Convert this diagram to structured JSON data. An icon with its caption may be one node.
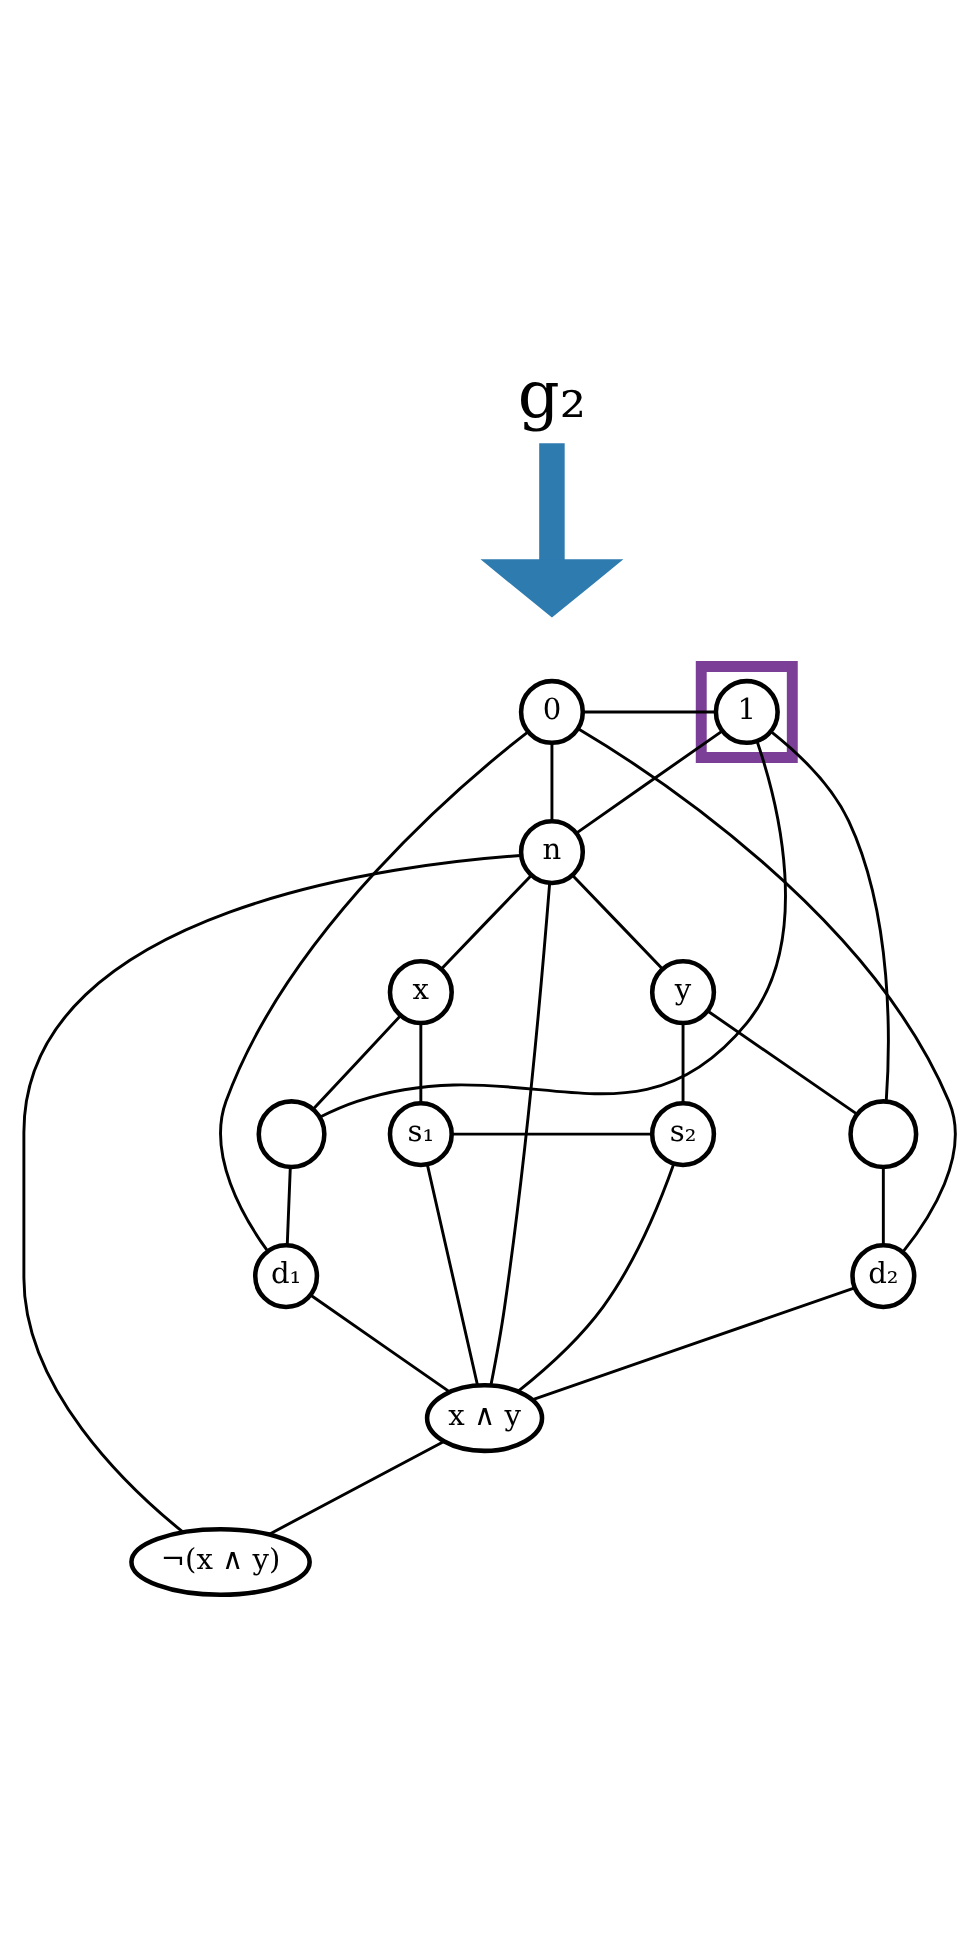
{
  "diagram": {
    "nodes": [
      {
        "text": [
          "g₂"
        ]
      },
      {
        "text": [
          "0"
        ]
      },
      {
        "text": [],
        "shape": "box"
      },
      {
        "text": [
          "1"
        ],
        "in": 2
      },
      {
        "text": [
          "n"
        ]
      },
      {
        "text": [
          "x"
        ]
      },
      {
        "text": [
          "y"
        ]
      },
      {
        "text": [],
        "shape": "circle"
      },
      {
        "text": [],
        "shape": "circle"
      },
      {
        "text": [
          "s₁"
        ]
      },
      {
        "text": [
          "s₂"
        ]
      },
      {
        "text": [
          "d₁"
        ]
      },
      {
        "text": [
          "d₂"
        ]
      },
      {
        "text": [
          "x ∧ y"
        ]
      },
      {
        "text": [
          "¬(x ∧ y)"
        ]
      }
    ],
    "edges": [
      {
        "from": 0,
        "to": null,
        "arrow": "to",
        "style": "thick",
        "color": "#2e7bb0"
      },
      {
        "from": 1,
        "to": 3,
        "arrow": "none"
      },
      {
        "from": 1,
        "to": 4,
        "arrow": "none"
      },
      {
        "from": 3,
        "to": 4,
        "arrow": "none"
      },
      {
        "from": 7,
        "to": 3,
        "arrow": "none"
      },
      {
        "from": 1,
        "to": 12,
        "arrow": "none"
      },
      {
        "from": 1,
        "to": 11,
        "arrow": "none"
      },
      {
        "from": 3,
        "to": 8,
        "arrow": "none"
      },
      {
        "from": 4,
        "to": 5,
        "arrow": "none"
      },
      {
        "from": 4,
        "to": 6,
        "arrow": "none"
      },
      {
        "from": 4,
        "to": 13,
        "arrow": "none"
      },
      {
        "from": 4,
        "to": 14,
        "arrow": "none"
      },
      {
        "from": 5,
        "to": 7,
        "arrow": "none"
      },
      {
        "from": 6,
        "to": 8,
        "arrow": "none"
      },
      {
        "from": 5,
        "to": 9,
        "arrow": "none"
      },
      {
        "from": 6,
        "to": 10,
        "arrow": "none"
      },
      {
        "from": 9,
        "to": 10,
        "arrow": "none"
      },
      {
        "from": 7,
        "to": 11,
        "arrow": "none"
      },
      {
        "from": 8,
        "to": 12,
        "arrow": "none"
      },
      {
        "from": 9,
        "to": 13,
        "arrow": "none"
      },
      {
        "from": 10,
        "to": 13,
        "arrow": "none"
      },
      {
        "from": 11,
        "to": 13,
        "arrow": "none"
      },
      {
        "from": 12,
        "to": 13,
        "arrow": "none"
      },
      {
        "from": 13,
        "to": 14,
        "arrow": "none"
      }
    ]
  }
}
